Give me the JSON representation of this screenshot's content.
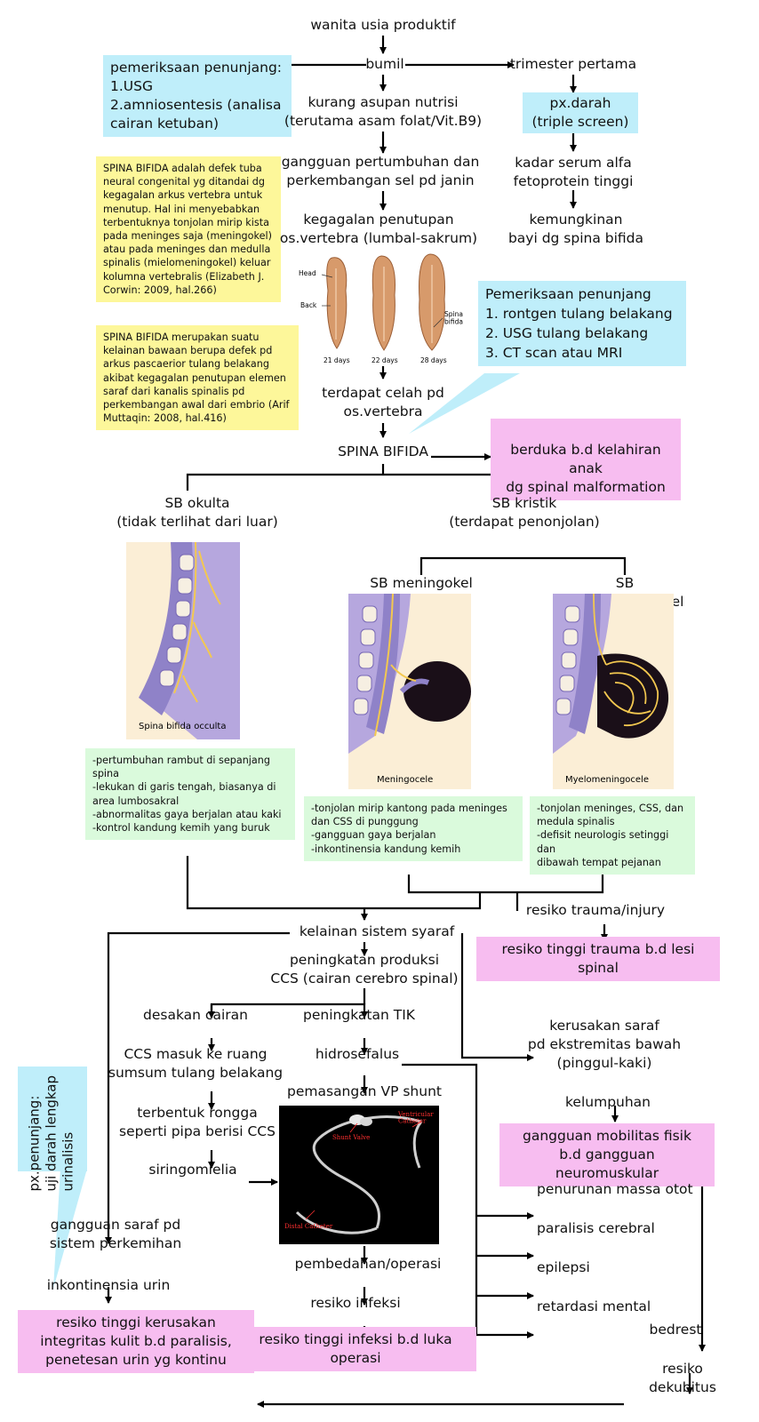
{
  "nodes": {
    "wanita": "wanita usia produktif",
    "bumil": "bumil",
    "kurang_nutrisi": "kurang asupan nutrisi\n(terutama asam folat/Vit.B9)",
    "gangguan_pertumbuhan": "gangguan pertumbuhan dan\nperkembangan sel pd janin",
    "kegagalan_penutupan": "kegagalan penutupan\nos.vertebra (lumbal-sakrum)",
    "trimester": "trimester pertama",
    "px_darah": "px.darah\n(triple screen)",
    "kadar_serum": "kadar serum alfa\nfetoprotein tinggi",
    "kemungkinan": "kemungkinan\nbayi dg spina bifida",
    "celah": "terdapat celah pd\nos.vertebra",
    "spina_bifida": "SPINA BIFIDA",
    "sb_okulta": "SB okulta\n(tidak terlihat dari luar)",
    "sb_kristik": "SB kristik\n(terdapat penonjolan)",
    "sb_meningokel": "SB meningokel",
    "sb_meningomielokel": "SB meningomielokel",
    "kelainan_saraf": "kelainan sistem syaraf",
    "resiko_trauma": "resiko trauma/injury",
    "peningkatan_ccs": "peningkatan produksi\nCCS (cairan cerebro spinal)",
    "desakan": "desakan cairan",
    "ccs_masuk": "CCS masuk ke ruang\nsumsum tulang belakang",
    "rongga": "terbentuk rongga\nseperti pipa berisi CCS",
    "siringomielia": "siringomielia",
    "tik": "peningkatan TIK",
    "hidrosefalus": "hidrosefalus",
    "vp_shunt": "pemasangan VP shunt",
    "pembedahan": "pembedahan/operasi",
    "resiko_infeksi": "resiko infeksi",
    "kerusakan_saraf": "kerusakan saraf\npd ekstremitas bawah\n(pinggul-kaki)",
    "kelumpuhan": "kelumpuhan",
    "penurunan_massa": "penurunan massa otot",
    "paralisis": "paralisis cerebral",
    "epilepsi": "epilepsi",
    "retardasi": "retardasi mental",
    "bedrest": "bedrest",
    "resiko_dekubitus": "resiko dekubitus",
    "gangguan_perkemihan": "gangguan saraf pd\nsistem perkemihan",
    "inkontinensia": "inkontinensia urin"
  },
  "blue_boxes": {
    "penunjang1": "pemeriksaan penunjang:\n1.USG\n2.amniosentesis (analisa\n   cairan ketuban)",
    "penunjang2": "Pemeriksaan penunjang\n1. rontgen tulang belakang\n2. USG tulang belakang\n3. CT scan atau MRI",
    "penunjang3": "px.penunjang:\nuji darah lengkap\nurinalisis"
  },
  "pink_boxes": {
    "berduka": "berduka b.d kelahiran anak\ndg spinal malformation",
    "trauma_lesi": "resiko tinggi trauma b.d lesi spinal",
    "mobilitas": "gangguan mobilitas fisik\nb.d gangguan neuromuskular",
    "infeksi_luka": "resiko tinggi infeksi b.d luka operasi",
    "integritas_kulit": "resiko tinggi kerusakan\nintegritas kulit b.d paralisis,\npenetesan urin yg kontinu"
  },
  "yellow_notes": {
    "note1": "SPINA BIFIDA adalah defek tuba neural congenital yg ditandai dg kegagalan arkus vertebra untuk menutup. Hal ini menyebabkan terbentuknya tonjolan mirip kista pada meninges saja (meningokel) atau pada meninges dan medulla spinalis (mielomeningokel) keluar kolumna vertebralis (Elizabeth J. Corwin: 2009, hal.266)",
    "note2": "SPINA BIFIDA merupakan suatu kelainan bawaan berupa defek pd arkus pascaerior tulang belakang akibat kegagalan penutupan elemen saraf dari kanalis spinalis pd perkembangan awal dari embrio (Arif Muttaqin: 2008, hal.416)"
  },
  "green_notes": {
    "okulta": "-pertumbuhan rambut di sepanjang\n  spina\n-lekukan di garis tengah, biasanya di\n  area lumbosakral\n-abnormalitas gaya berjalan atau kaki\n-kontrol kandung kemih yang buruk",
    "meningokel": "-tonjolan mirip kantong pada meninges\n  dan CSS di punggung\n-gangguan gaya berjalan\n-inkontinensia kandung kemih",
    "meningomielokel": "-tonjolan meninges, CSS, dan\n  medula spinalis\n-defisit neurologis setinggi dan\n  dibawah tempat pejanan"
  },
  "image_labels": {
    "embryo_head": "Head",
    "embryo_back": "Back",
    "embryo_spina": "Spina\nbifida",
    "day21": "21 days",
    "day22": "22 days",
    "day28": "28 days",
    "occulta_caption": "Spina bifida occulta",
    "meningocele_caption": "Meningocele",
    "myelo_caption": "Myelomeningocele",
    "ventricular": "Ventricular\nCatheter",
    "shunt_valve": "Shunt Valve",
    "distal": "Distal Catheter"
  },
  "colors": {
    "blue": "#bfeefa",
    "pink": "#f7bdf0",
    "green": "#dafadc",
    "yellow": "#fdf79a",
    "spine_bg": "#fbeed6",
    "spine_purple": "#9c8fd0",
    "nerve_yellow": "#f3c850"
  },
  "icons": {
    "arrow": "arrow-head-icon"
  }
}
